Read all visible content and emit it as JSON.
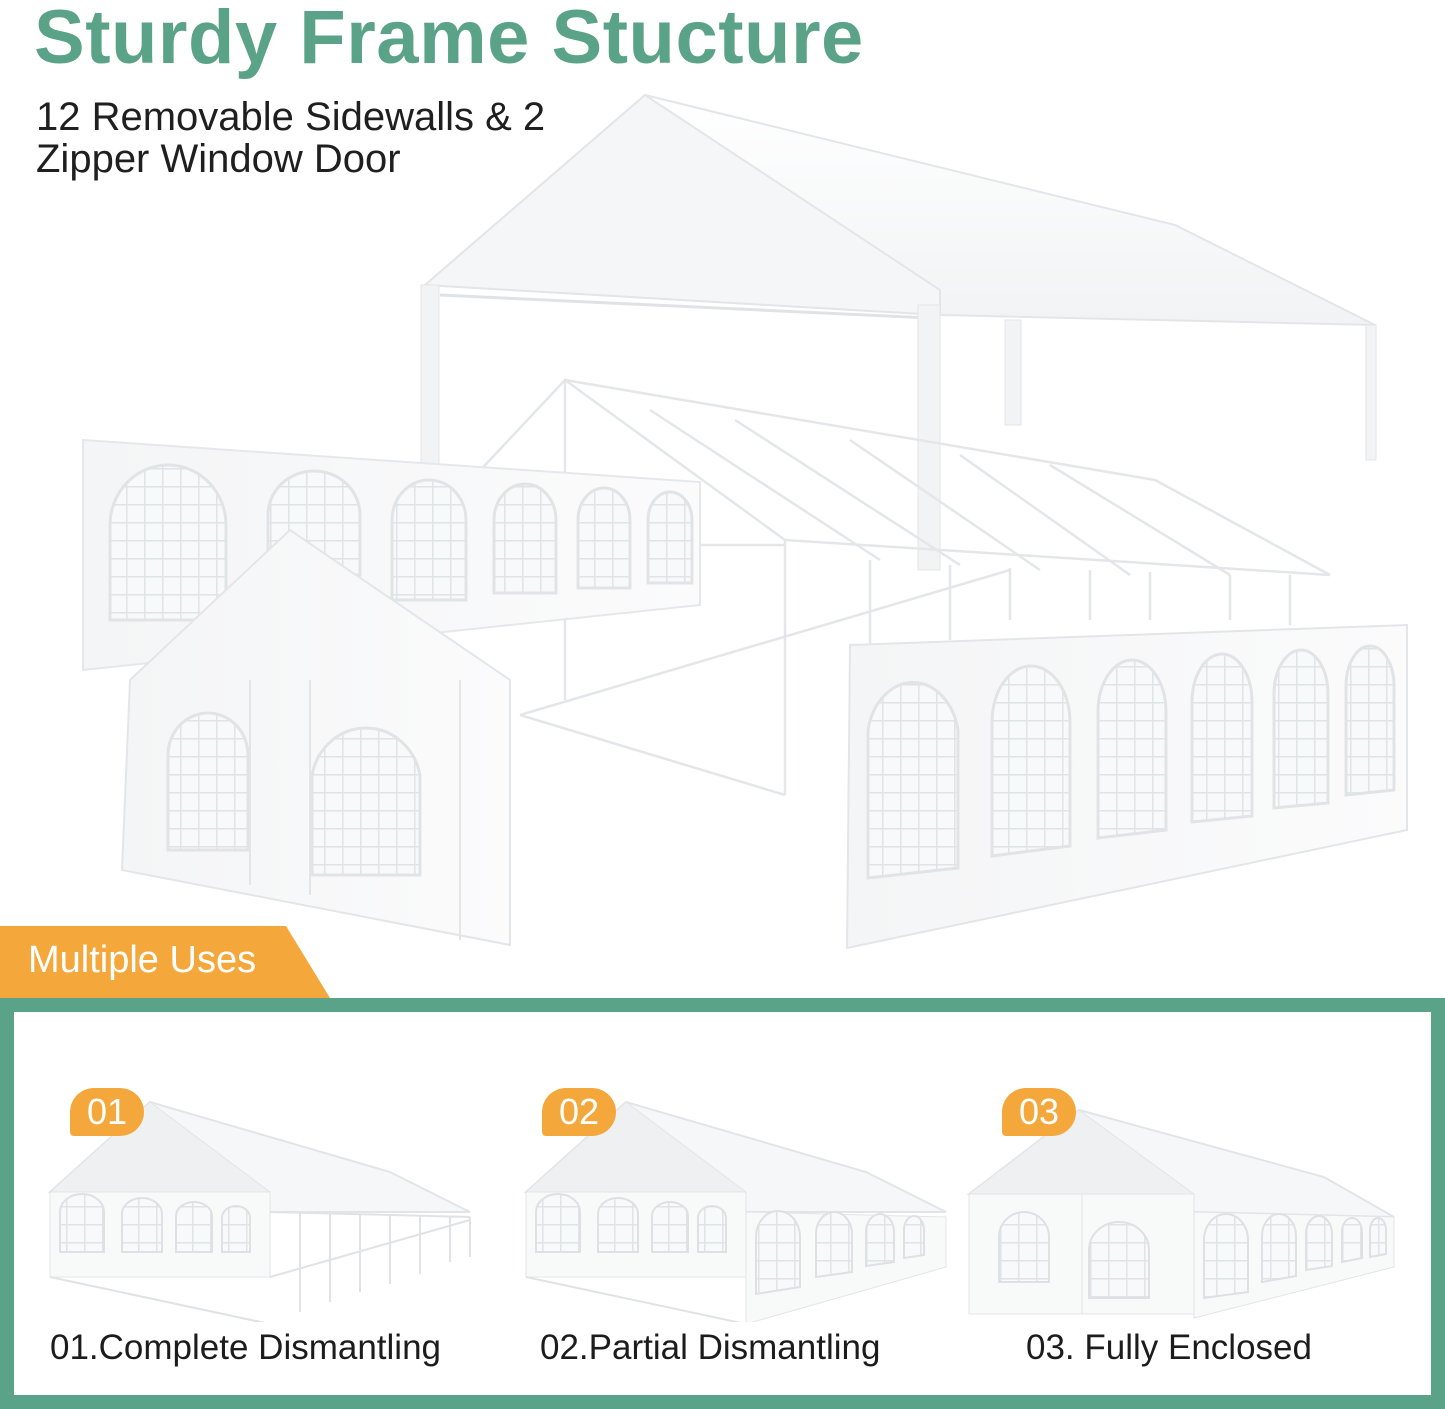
{
  "header": {
    "title": "Sturdy Frame Stucture",
    "subtitle": "12 Removable Sidewalls & 2 Zipper Window Door"
  },
  "uses": {
    "banner_label": "Multiple Uses",
    "items": [
      {
        "badge": "01",
        "caption": "01.Complete Dismantling"
      },
      {
        "badge": "02",
        "caption": "02.Partial Dismantling"
      },
      {
        "badge": "03",
        "caption": "03. Fully Enclosed"
      }
    ]
  },
  "colors": {
    "accent_green": "#5aa388",
    "accent_orange": "#f4a83b"
  }
}
